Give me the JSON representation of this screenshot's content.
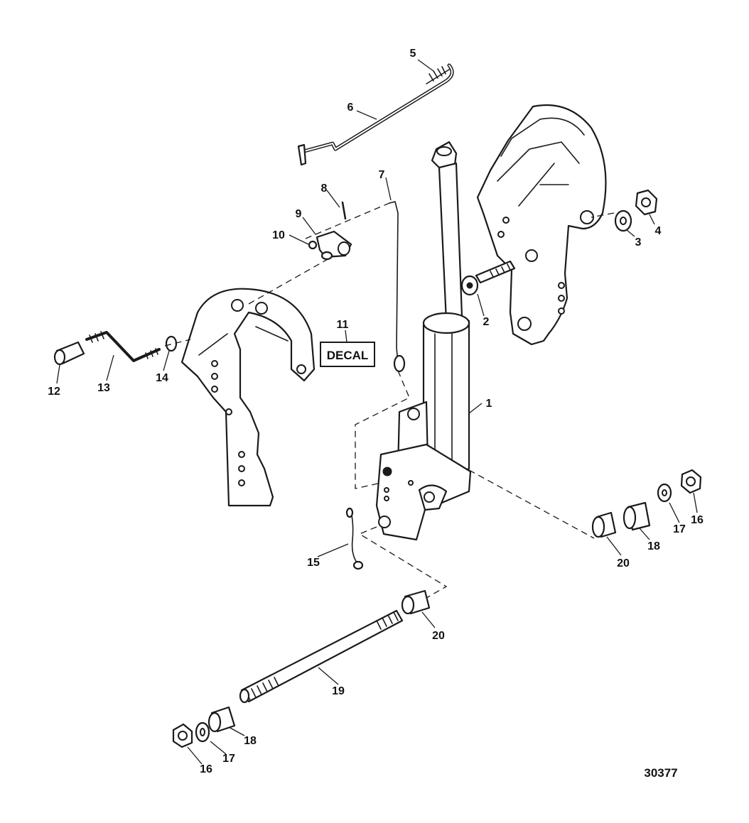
{
  "diagram": {
    "figure_number": "30377",
    "decal_label": "DECAL",
    "callouts": {
      "c1": "1",
      "c2": "2",
      "c3": "3",
      "c4": "4",
      "c5": "5",
      "c6": "6",
      "c7": "7",
      "c8": "8",
      "c9": "9",
      "c10": "10",
      "c11": "11",
      "c12": "12",
      "c13": "13",
      "c14": "14",
      "c15": "15",
      "c16a": "16",
      "c16b": "16",
      "c17a": "17",
      "c17b": "17",
      "c18a": "18",
      "c18b": "18",
      "c19": "19",
      "c20a": "20",
      "c20b": "20"
    }
  }
}
